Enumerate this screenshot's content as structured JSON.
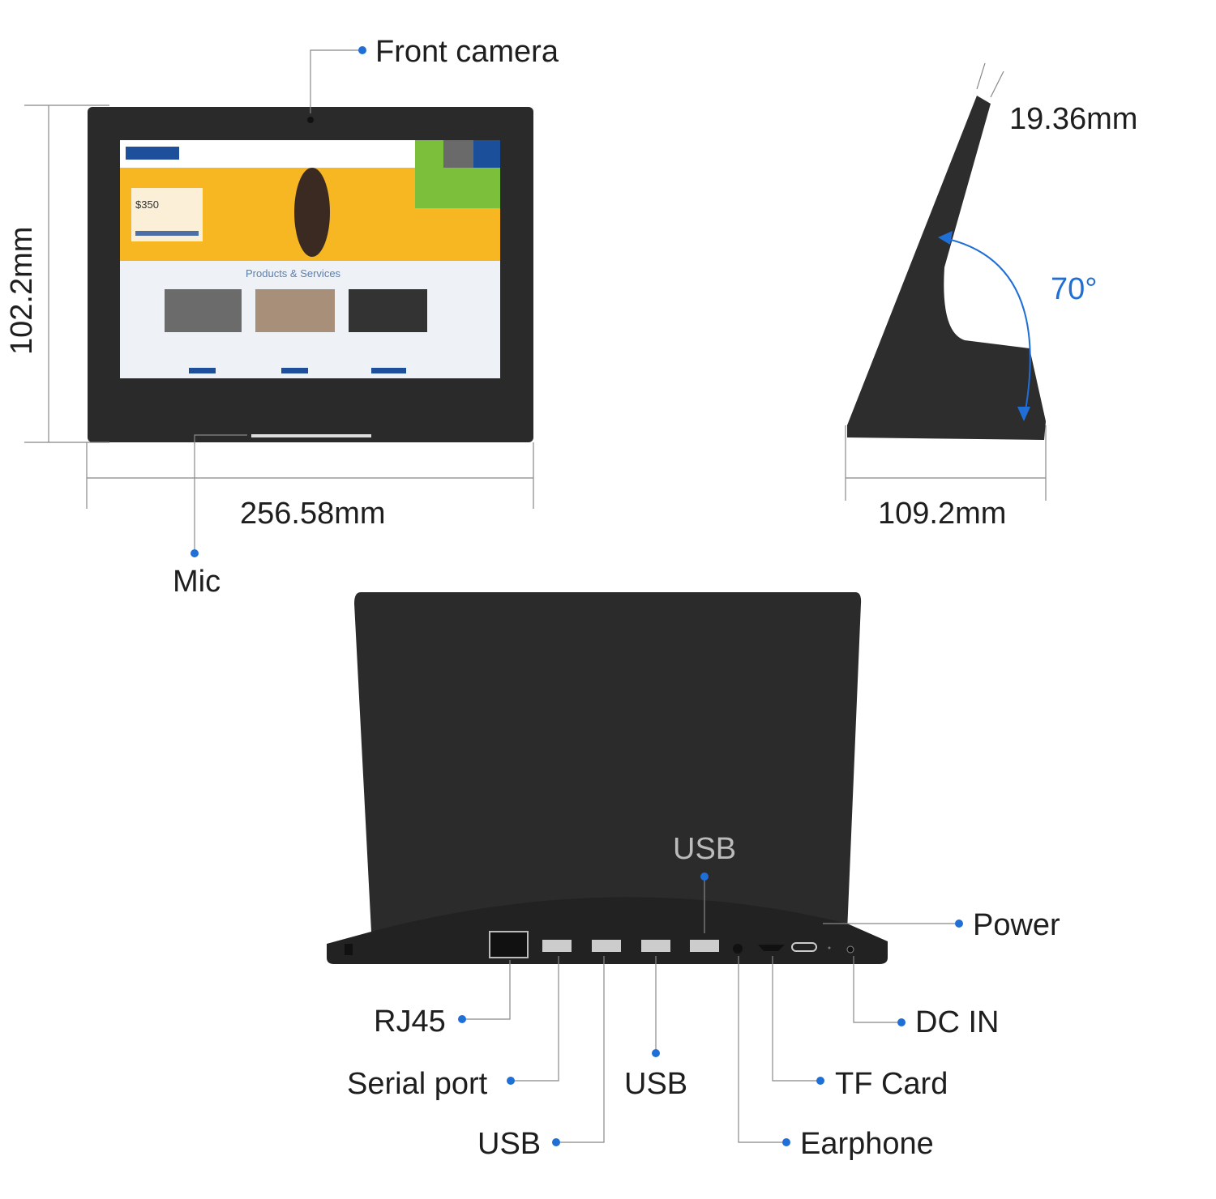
{
  "labels": {
    "front_camera": "Front camera",
    "mic": "Mic",
    "height": "102.2mm",
    "width": "256.58mm",
    "thickness": "19.36mm",
    "angle": "70°",
    "depth": "109.2mm",
    "usb_top": "USB",
    "power": "Power",
    "rj45": "RJ45",
    "serial_port": "Serial port",
    "usb_left": "USB",
    "usb_middle": "USB",
    "dc_in": "DC IN",
    "tf_card": "TF Card",
    "earphone": "Earphone"
  },
  "screen": {
    "section_title": "Products & Services",
    "price": "$350"
  },
  "colors": {
    "accent": "#1f6fd6",
    "device": "#2b2b2b",
    "leader_line": "#555555"
  }
}
